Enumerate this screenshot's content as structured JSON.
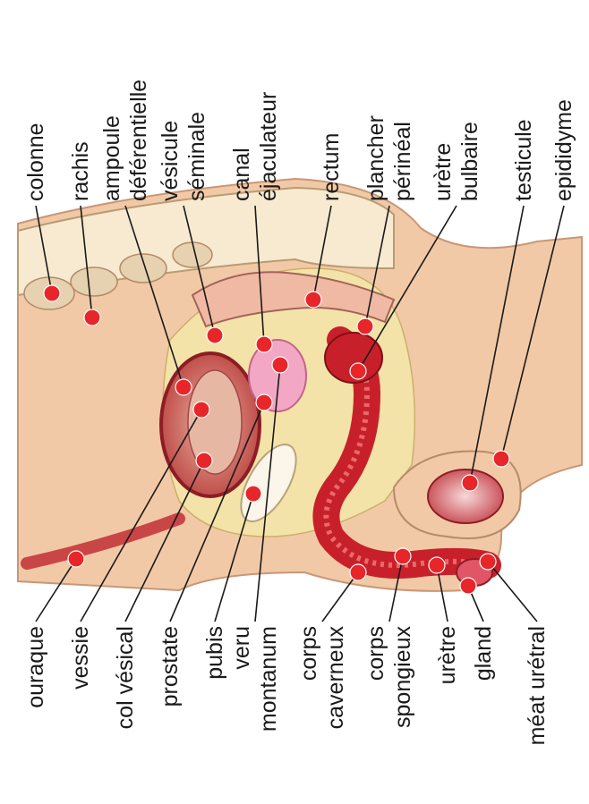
{
  "diagram": {
    "labels_top": [
      {
        "key": "colonne",
        "lines": [
          "colonne"
        ]
      },
      {
        "key": "rachis",
        "lines": [
          "rachis"
        ]
      },
      {
        "key": "ampoule",
        "lines": [
          "ampoule",
          "déférentielle"
        ]
      },
      {
        "key": "vesicule",
        "lines": [
          "vésicule",
          "séminale"
        ]
      },
      {
        "key": "canal",
        "lines": [
          "canal",
          "éjaculateur"
        ]
      },
      {
        "key": "rectum",
        "lines": [
          "rectum"
        ]
      },
      {
        "key": "plancher",
        "lines": [
          "plancher",
          "périnéal"
        ]
      },
      {
        "key": "uretre_bulbaire",
        "lines": [
          "urètre",
          "bulbaire"
        ]
      },
      {
        "key": "testicule",
        "lines": [
          "testicule"
        ]
      },
      {
        "key": "epididyme",
        "lines": [
          "epididyme"
        ]
      }
    ],
    "labels_bottom": [
      {
        "key": "ouraque",
        "lines": [
          "ouraque"
        ]
      },
      {
        "key": "vessie",
        "lines": [
          "vessie"
        ]
      },
      {
        "key": "col_vesical",
        "lines": [
          "col vésical"
        ]
      },
      {
        "key": "prostate",
        "lines": [
          "prostate"
        ]
      },
      {
        "key": "pubis",
        "lines": [
          "pubis"
        ]
      },
      {
        "key": "veru",
        "lines": [
          "veru",
          "montanum"
        ]
      },
      {
        "key": "corps_caverneux",
        "lines": [
          "corps",
          "caverneux"
        ]
      },
      {
        "key": "corps_spongieux",
        "lines": [
          "corps",
          "spongieux"
        ]
      },
      {
        "key": "uretre",
        "lines": [
          "urètre"
        ]
      },
      {
        "key": "gland",
        "lines": [
          "gland"
        ]
      },
      {
        "key": "meat",
        "lines": [
          "méat urétral"
        ]
      }
    ]
  },
  "colors": {
    "marker": "#e8262a",
    "skin": "#f2c9a6",
    "fat": "#f3e3a8",
    "muscle": "#c8202a"
  }
}
